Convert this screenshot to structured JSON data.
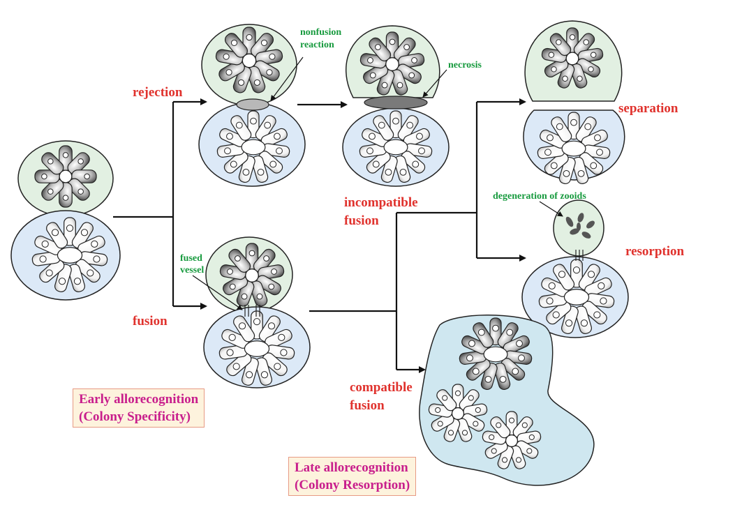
{
  "labels": {
    "rejection": "rejection",
    "fusion": "fusion",
    "nonfusion_line1": "nonfusion",
    "nonfusion_line2": "reaction",
    "necrosis": "necrosis",
    "separation": "separation",
    "incompatible_line1": "incompatible",
    "incompatible_line2": "fusion",
    "degeneration": "degeneration of zooids",
    "resorption": "resorption",
    "fused_line1": "fused",
    "fused_line2": "vessel",
    "compatible_line1": "compatible",
    "compatible_line2": "fusion"
  },
  "boxes": {
    "early_line1": "Early allorecognition",
    "early_line2": "(Colony Specificity)",
    "late_line1": "Late allorecognition",
    "late_line2": "(Colony Resorption)"
  },
  "colors": {
    "red_label": "#e0322d",
    "green_label": "#179a3e",
    "magenta_box_text": "#c81e8c",
    "box_fill": "#fdf3dd",
    "colony_green": "#e2f0e2",
    "colony_blue": "#dce9f7",
    "colony_cyan": "#cfe7f0"
  }
}
